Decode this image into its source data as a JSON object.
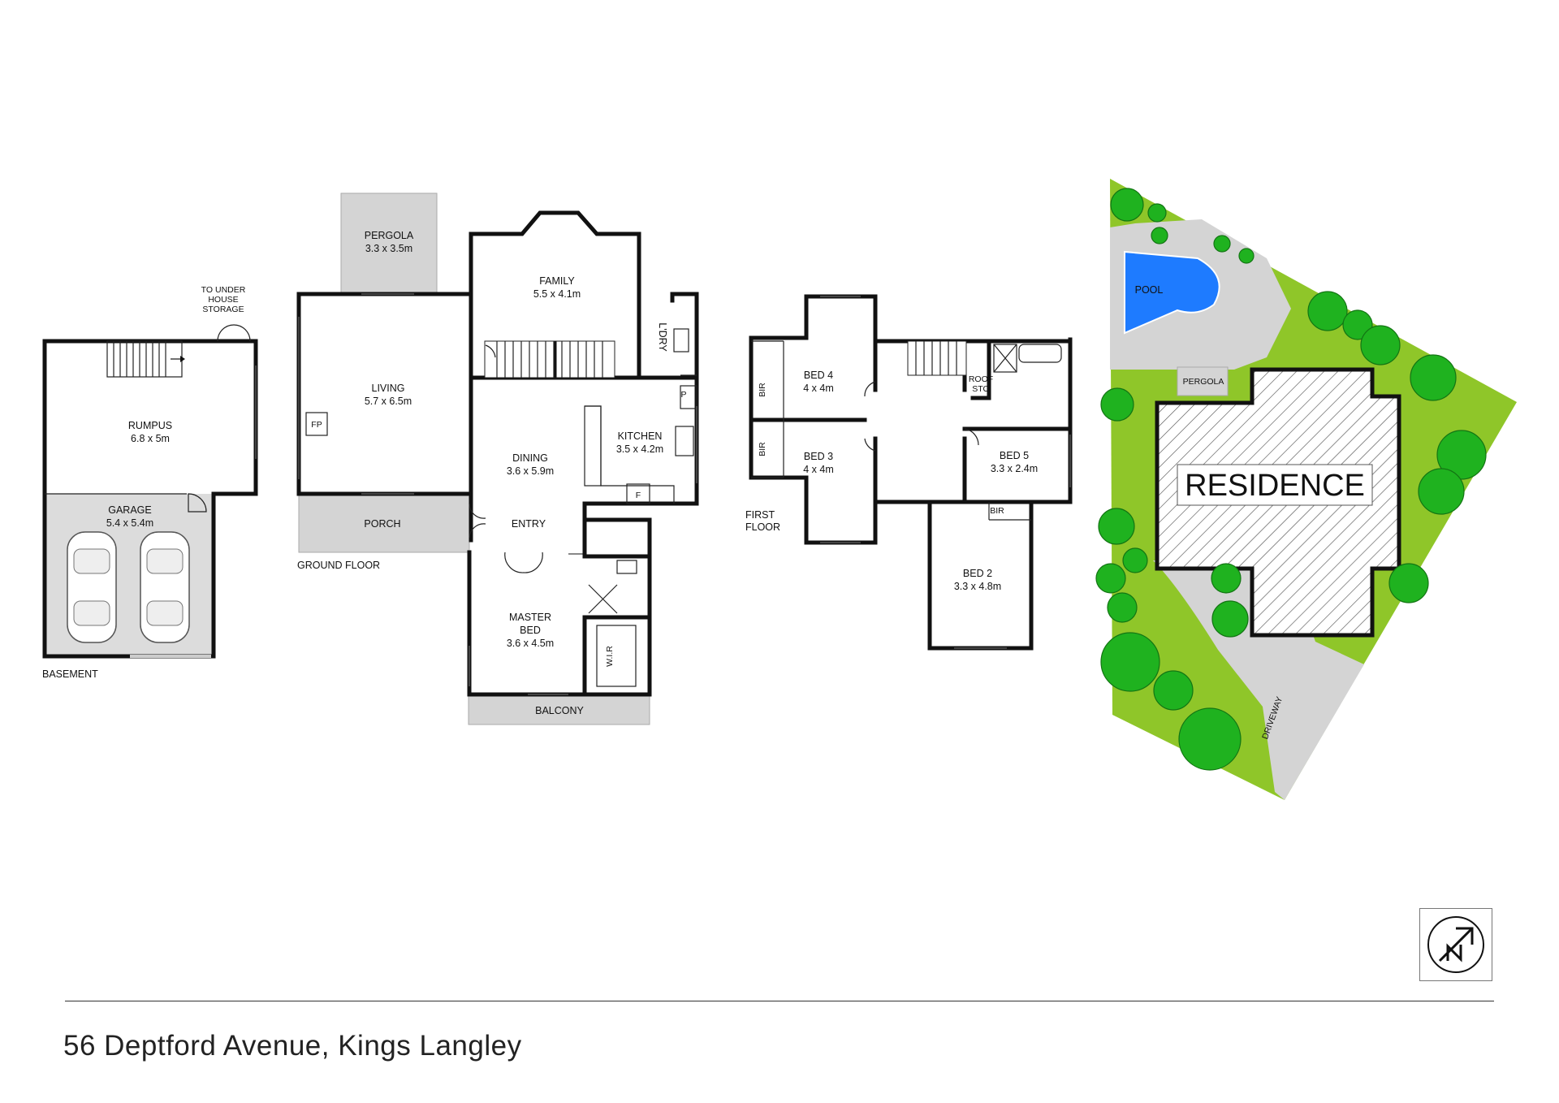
{
  "title": "56 Deptford Avenue, Kings Langley",
  "basement": {
    "floor_label": "BASEMENT",
    "to_under_house_storage": [
      "TO UNDER",
      "HOUSE",
      "STORAGE"
    ],
    "rumpus": {
      "name": "RUMPUS",
      "size": "6.8 x 5m"
    },
    "garage": {
      "name": "GARAGE",
      "size": "5.4 x 5.4m"
    }
  },
  "ground_floor": {
    "floor_label": "GROUND FLOOR",
    "pergola": {
      "name": "PERGOLA",
      "size": "3.3 x 3.5m"
    },
    "family": {
      "name": "FAMILY",
      "size": "5.5 x 4.1m"
    },
    "living": {
      "name": "LIVING",
      "size": "5.7 x 6.5m"
    },
    "fp": "FP",
    "laundry": "L'DRY",
    "pantry": "P",
    "fridge": "F",
    "dining": {
      "name": "DINING",
      "size": "3.6 x 5.9m"
    },
    "kitchen": {
      "name": "KITCHEN",
      "size": "3.5 x 4.2m"
    },
    "porch": "PORCH",
    "entry": "ENTRY",
    "master_bed": {
      "name": [
        "MASTER",
        "BED"
      ],
      "size": "3.6 x 4.5m"
    },
    "wir": "W.I.R",
    "balcony": "BALCONY"
  },
  "first_floor": {
    "floor_label": [
      "FIRST",
      "FLOOR"
    ],
    "bed4": {
      "name": "BED 4",
      "size": "4 x 4m"
    },
    "bed3": {
      "name": "BED 3",
      "size": "4 x 4m"
    },
    "bed5": {
      "name": "BED 5",
      "size": "3.3 x 2.4m"
    },
    "bed2": {
      "name": "BED 2",
      "size": "3.3 x 4.8m"
    },
    "bir": "BIR",
    "roof_sto": [
      "ROOF",
      "STO"
    ]
  },
  "site": {
    "pool": "POOL",
    "pergola": "PERGOLA",
    "residence": "RESIDENCE",
    "driveway": "DRIVEWAY"
  },
  "colors": {
    "lawn": "#8fc629",
    "tree": "#1fb21f",
    "pool": "#1e7bff",
    "paving": "#d4d4d4"
  }
}
